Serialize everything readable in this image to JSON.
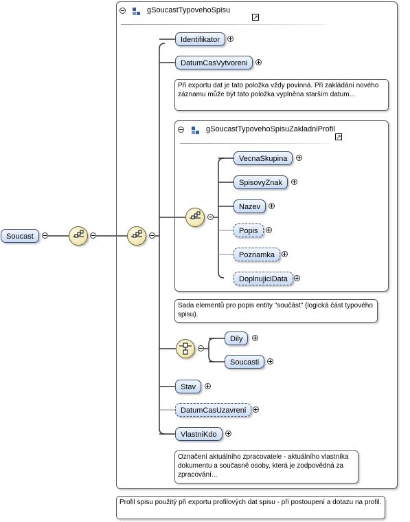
{
  "root": {
    "label": "Soucast"
  },
  "group_outer": {
    "title": "gSoucastTypovehoSpisu"
  },
  "group_inner": {
    "title": "gSoucastTypovehoSpisuZakladniProfil"
  },
  "elements": {
    "identifikator": "Identifikator",
    "datumCasVytvoreni": "DatumCasVytvoreni",
    "vecnaSkupina": "VecnaSkupina",
    "spisovyZnak": "SpisovyZnak",
    "nazev": "Nazev",
    "popis": "Popis",
    "poznamka": "Poznamka",
    "doplnujiciData": "DoplnujiciData",
    "dily": "Dily",
    "soucasti": "Soucasti",
    "stav": "Stav",
    "datumCasUzavreni": "DatumCasUzavreni",
    "vlastniKdo": "VlastniKdo"
  },
  "annotations": {
    "datumCasVytvoreni": "Při exportu dat je tato položka vždy povinná. Při zakládání nového záznamu může být tato položka vyplněna starším datum...",
    "zakladniProfil": "Sada elementů pro popis entity \"součást\" (logická část typového spisu).",
    "vlastniKdo": "Označení aktuálního zpracovatele - aktuálního vlastníka dokumentu a současně osoby, která je zodpovědná za zpracování...",
    "outer": "Profil spisu použitý při exportu profilových dat spisu - při postoupení a dotazu na profil."
  },
  "icons": [
    "group-icon",
    "link-icon",
    "sequence-icon",
    "choice-icon",
    "expand-icon",
    "collapse-icon"
  ]
}
